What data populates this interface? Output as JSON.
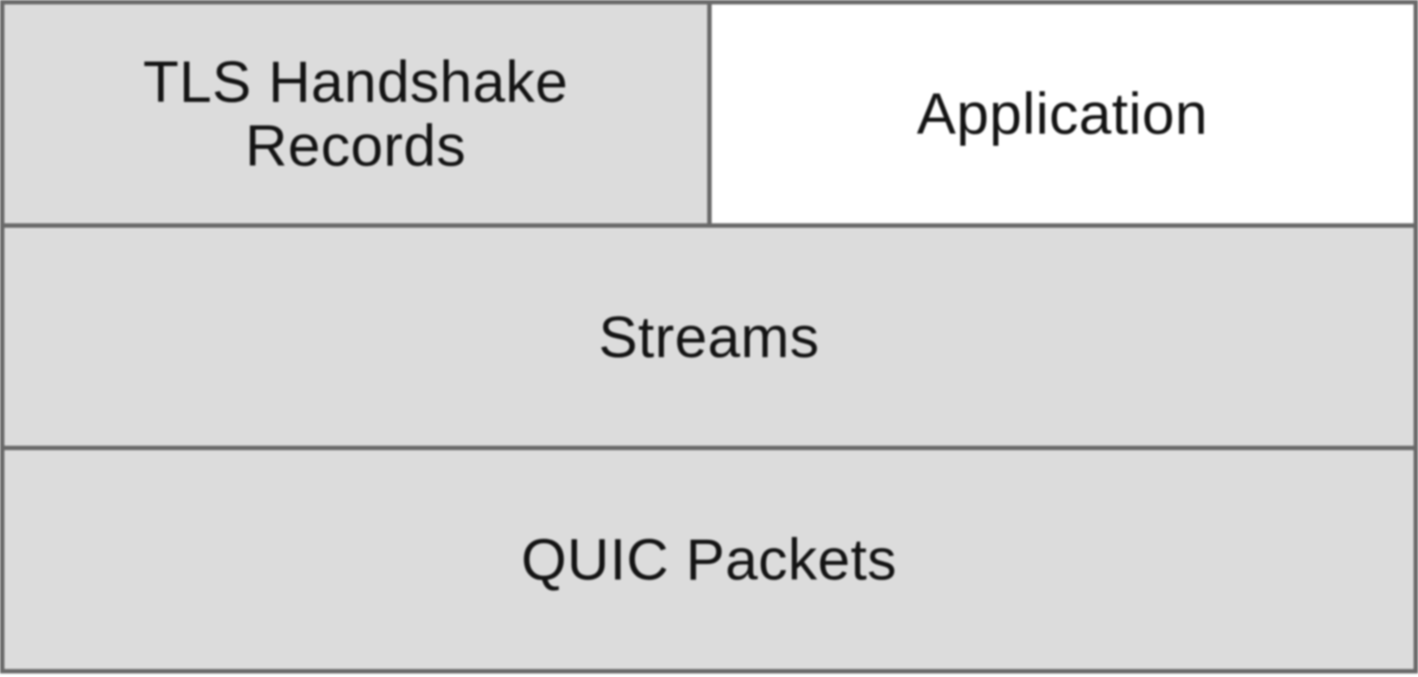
{
  "diagram": {
    "name": "protocol-stack-diagram",
    "colors": {
      "cell_fill": "#dcdcdc",
      "cell_fill_alt": "#ffffff",
      "border": "#696969",
      "text": "#141414"
    },
    "rows": [
      {
        "cells": [
          {
            "label": "TLS Handshake\nRecords",
            "fill": "gray"
          },
          {
            "label": "Application",
            "fill": "white"
          }
        ]
      },
      {
        "cells": [
          {
            "label": "Streams",
            "fill": "gray"
          }
        ]
      },
      {
        "cells": [
          {
            "label": "QUIC Packets",
            "fill": "gray"
          }
        ]
      }
    ]
  }
}
